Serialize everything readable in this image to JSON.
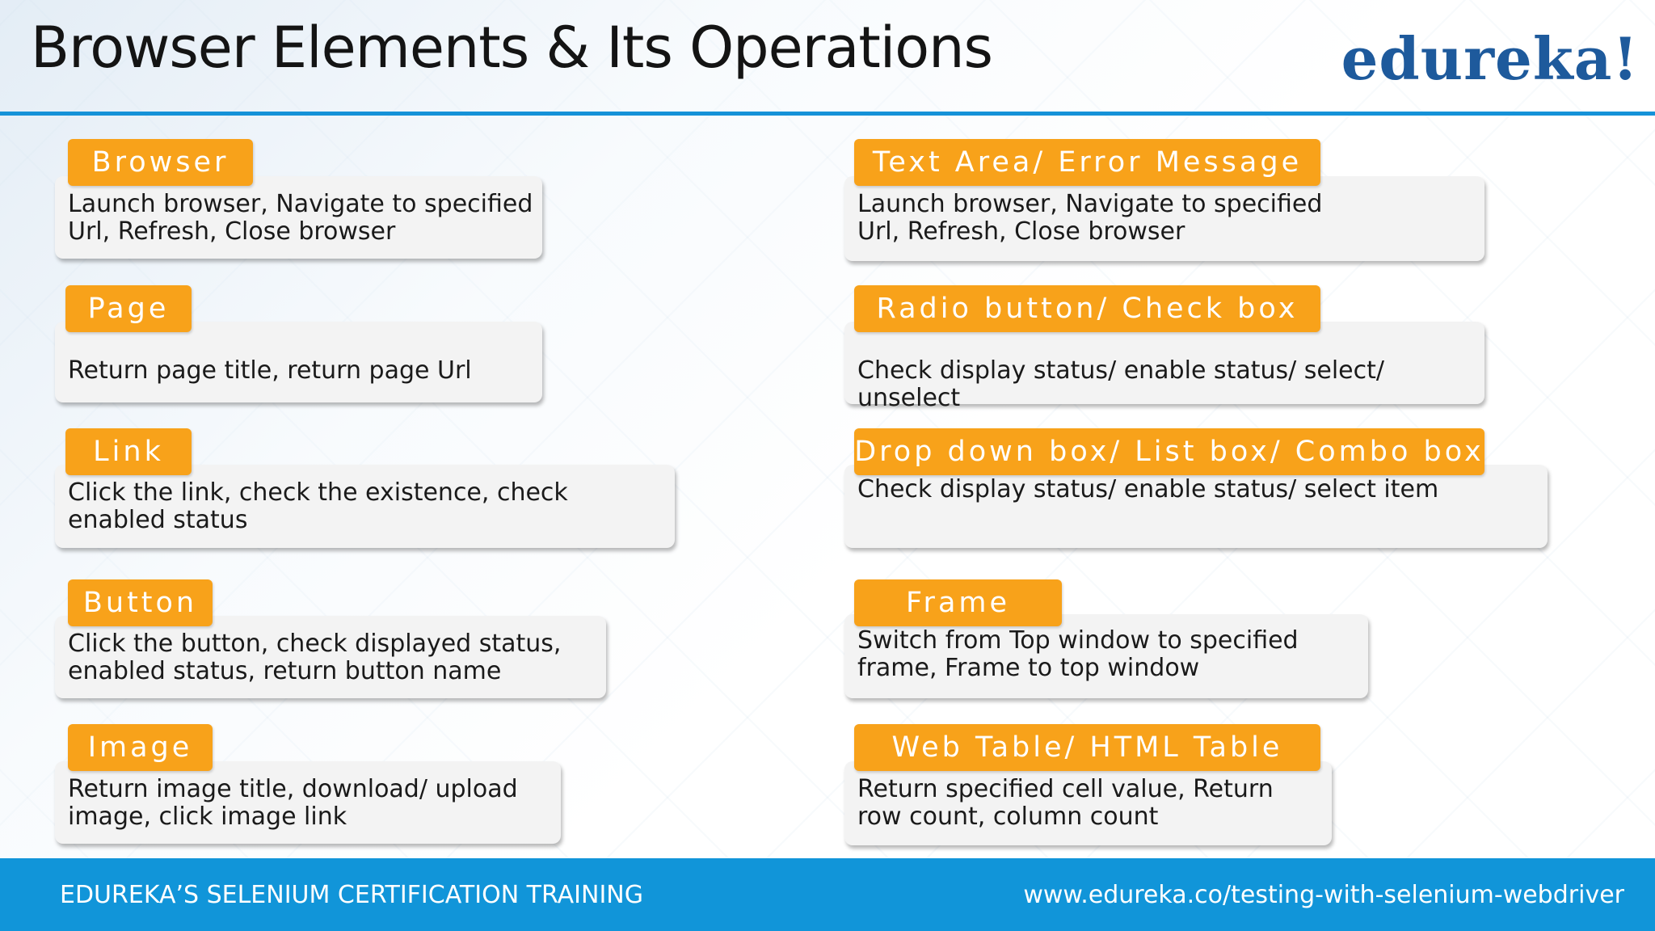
{
  "header": {
    "title": "Browser Elements & Its Operations",
    "logo": "edureka!"
  },
  "left": [
    {
      "tag": "Browser",
      "desc": "Launch browser, Navigate to specified Url, Refresh, Close browser"
    },
    {
      "tag": "Page",
      "desc": "Return page title, return page Url"
    },
    {
      "tag": "Link",
      "desc": "Click the link, check the existence, check enabled status"
    },
    {
      "tag": "Button",
      "desc": "Click the button, check displayed status, enabled status, return button name"
    },
    {
      "tag": "Image",
      "desc": "Return image title, download/ upload image, click image link"
    }
  ],
  "right": [
    {
      "tag": "Text Area/ Error Message",
      "desc": "Launch browser, Navigate to specified Url, Refresh, Close browser"
    },
    {
      "tag": "Radio button/ Check box",
      "desc": "Check display status/ enable status/ select/ unselect"
    },
    {
      "tag": "Drop down box/ List box/ Combo box",
      "desc": "Check display status/ enable status/ select item"
    },
    {
      "tag": "Frame",
      "desc": "Switch from Top window to specified frame, Frame to top window"
    },
    {
      "tag": "Web Table/ HTML Table",
      "desc": "Return specified cell value, Return row count, column count"
    }
  ],
  "footer": {
    "left": "EDUREKA’S SELENIUM CERTIFICATION TRAINING",
    "right": "www.edureka.co/testing-with-selenium-webdriver"
  },
  "colors": {
    "accent_tag": "#f8a21a",
    "rule": "#1592d8",
    "footer": "#1195d9",
    "logo": "#1e5a9c"
  }
}
